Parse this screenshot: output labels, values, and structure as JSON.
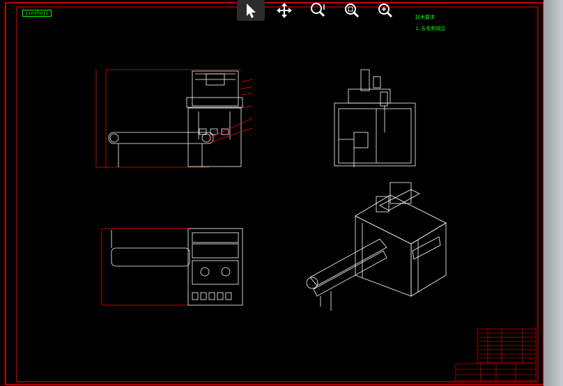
{
  "app": {
    "title": "CAD Drawing Viewer"
  },
  "toolbar": {
    "tools": [
      {
        "name": "select-tool",
        "icon": "pointer-arrow-icon"
      },
      {
        "name": "pan-tool",
        "icon": "pan-arrows-icon"
      },
      {
        "name": "zoom-realtime-tool",
        "icon": "zoom-realtime-icon"
      },
      {
        "name": "zoom-window-tool",
        "icon": "zoom-window-icon"
      },
      {
        "name": "zoom-extents-tool",
        "icon": "zoom-extents-icon"
      }
    ],
    "active_tool": "select-tool"
  },
  "drawing": {
    "title_tag": "jinshaji",
    "notes": [
      "技术要求",
      "1.去毛刺锐边"
    ],
    "colors": {
      "background": "#000000",
      "border": "#ff0000",
      "geometry": "#ffffff",
      "dimension": "#ff0000",
      "annotation": "#00ff00"
    }
  }
}
